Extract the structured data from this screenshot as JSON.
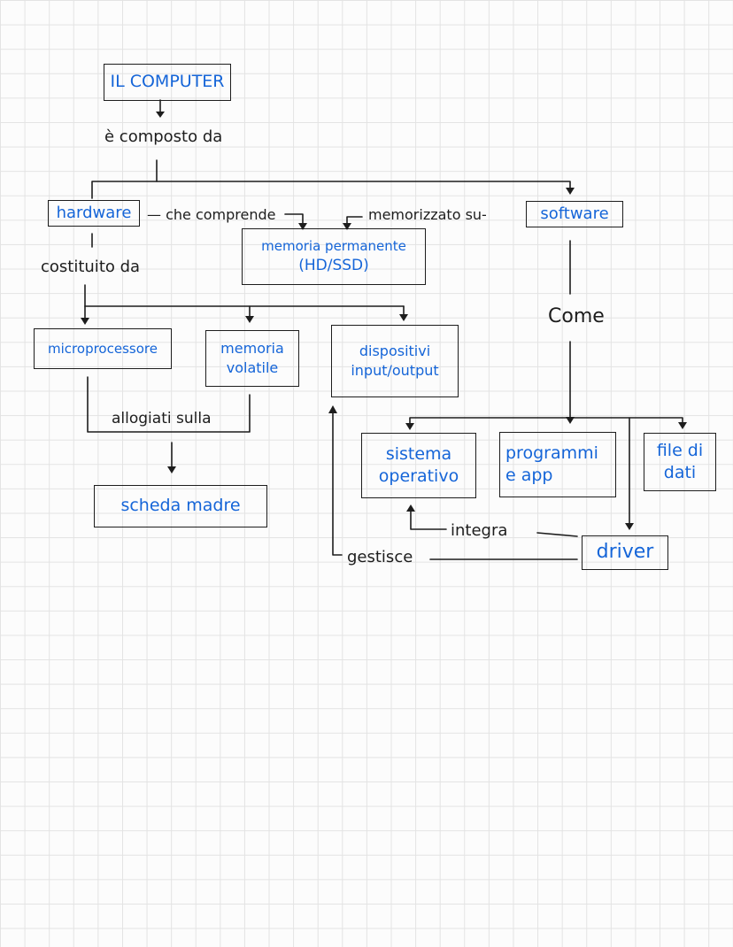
{
  "nodes": {
    "computer": "IL COMPUTER",
    "hardware": "hardware",
    "software": "software",
    "memoria_permanente": {
      "line1": "memoria permanente",
      "line2": "(HD/SSD)"
    },
    "microprocessore": "microprocessore",
    "memoria_volatile": {
      "line1": "memoria",
      "line2": "volatile"
    },
    "dispositivi": {
      "line1": "dispositivi",
      "line2": "input/output"
    },
    "scheda_madre": "scheda madre",
    "sistema_operativo": {
      "line1": "sistema",
      "line2": "operativo"
    },
    "programmi": {
      "line1": "programmi",
      "line2": "e app"
    },
    "file_dati": {
      "line1": "file di",
      "line2": "dati"
    },
    "driver": "driver"
  },
  "labels": {
    "composto_da": "è composto da",
    "che_comprende": "— che comprende",
    "memorizzato_su": "memorizzato su-",
    "costituito_da": "costituito da",
    "come": "Come",
    "allogiati_sulla": "allogiati sulla",
    "integra": "integra",
    "gestisce": "gestisce"
  },
  "colors": {
    "node_text": "#1565d8",
    "ink": "#1d1d1d",
    "grid": "#e3e3e3"
  }
}
